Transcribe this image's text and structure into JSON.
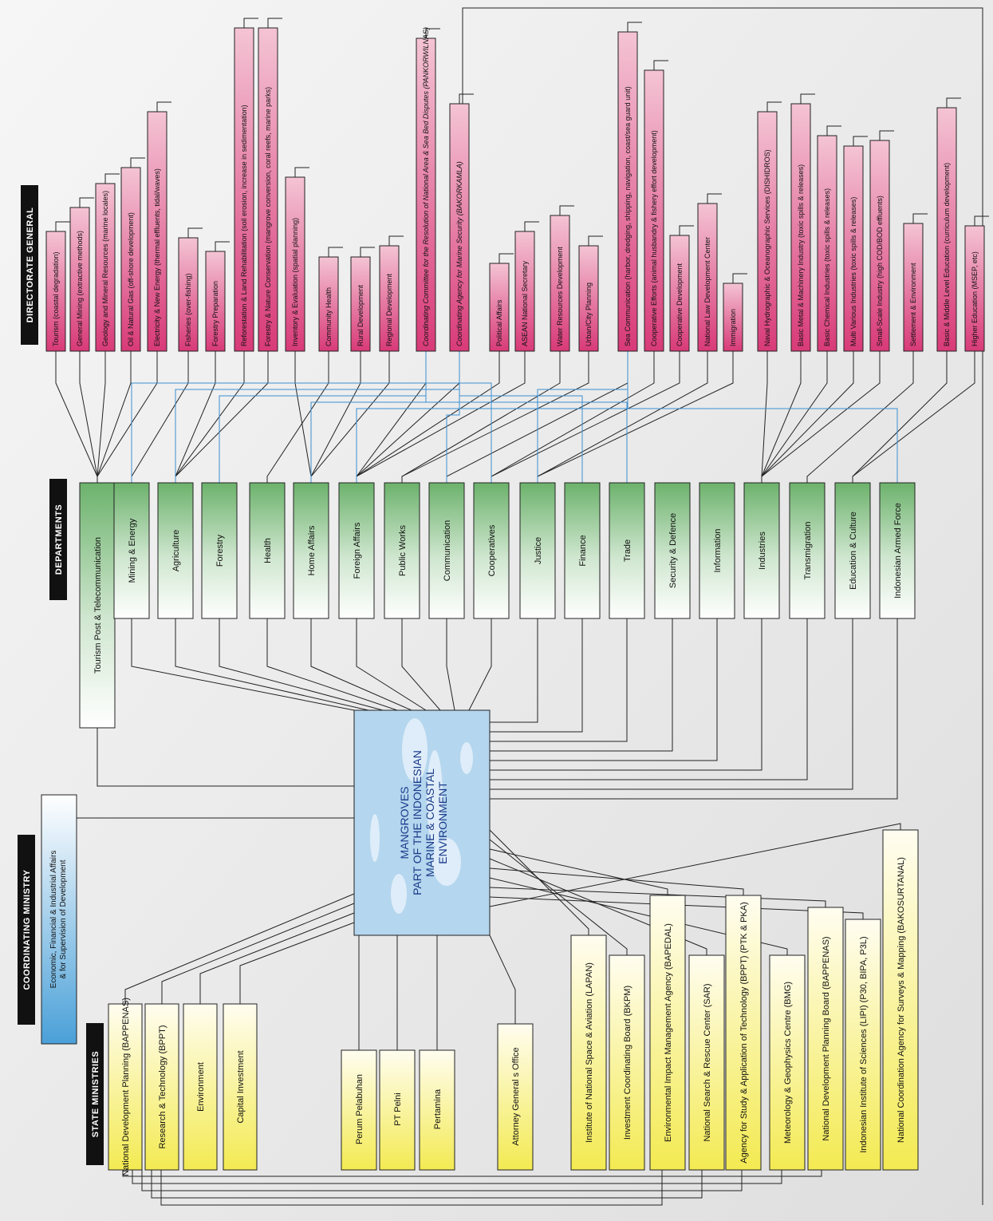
{
  "headers": {
    "directorate": "DIRECTORATE GENERAL",
    "departments": "DEPARTMENTS",
    "coordinating": "COORDINATING MINISTRY",
    "state": "STATE MINISTRIES"
  },
  "center": {
    "lines": [
      "MANGROVES",
      "PART OF THE INDONESIAN",
      "MARINE & COASTAL",
      "ENVIRONMENT"
    ]
  },
  "coordinating_ministry": {
    "lines": [
      "Economic, Financial & Industrial Affairs",
      "& for Supervision of Development"
    ]
  },
  "directorate_general": [
    "Tourism (coastal degradation)",
    "General Mining (extractive methods)",
    "Geology and Mineral Resources (marine locales)",
    "Oil & Natural Gas (off-shore development)",
    "Electricity & New Energy (thermal effluents, tidal/waves)",
    "Fisheries (over-fishing)",
    "Forestry Preparation",
    "Reforestation & Land Rehabilitation (soil erosion, increase in sedimentation)",
    "Forestry & Nature Conservation (mangrove conversion, coral reefs, marine parks)",
    "Inventory & Evaluation (spatial planning)",
    "Community Health",
    "Rural Development",
    "Regional Development",
    "Coordinating Committee for the Resolution of National Area & Sea Bed Disputes (PANKORWILNAS)",
    "Coordinating Agency for Marine Security (BAKORKAMLA)",
    "Political Affairs",
    "ASEAN National Secretary",
    "Water Resources Development",
    "Urban/City Planning",
    "Sea Communication (harbor, dredging, shipping, navigation, coast/sea guard unit)",
    "Cooperative Efforts (animal husbandry & fishery effort development)",
    "Cooperative Development",
    "National Law Development Center",
    "Immigration",
    "Naval Hydrographic & Oceanographic Services (DISHIDROS)",
    "Basic Metal & Machinery Industry (toxic spills & releases)",
    "Basic Chemical Industries (toxic spills & releases)",
    "Multi Various Industries (toxic spills & releases)",
    "Small-Scale Industry (high COD/BOD effluents)",
    "Settlement & Environment",
    "Basic & Middle Level Education (curriculum development)",
    "Higher Education (MSEP, etc)"
  ],
  "departments": [
    "Tourism Post & Telecommunication",
    "Mining & Energy",
    "Agriculture",
    "Forestry",
    "Health",
    "Home Affairs",
    "Foreign Affairs",
    "Public Works",
    "Communication",
    "Cooperatives",
    "Justice",
    "Finance",
    "Trade",
    "Security & Defence",
    "Information",
    "Industries",
    "Transmigration",
    "Education & Culture",
    "Indonesian Armed Force"
  ],
  "state_ministries": [
    "National Development Planning (BAPPENAS)",
    "Research & Technology (BPPT)",
    "Environment",
    "Capital Investment"
  ],
  "state_enterprises": [
    "Perum Pelabuhan",
    "PT Pelni",
    "Pertamina"
  ],
  "attorney": "Attorney General s Office",
  "agencies": [
    "Institute of National Space & Aviation (LAPAN)",
    "Investment Coordinating Board (BKPM)",
    "Environmental Impact Management Agency (BAPEDAL)",
    "National Search & Rescue Center (SAR)",
    "Agency for Study & Application of Technology (BPPT) (PTK & PKA)",
    "Meteorology & Geophysics Centre (BMG)",
    "National Development Planning Board (BAPPENAS)",
    "Indonesian Institute of Sciences (LIPI) (P30, BIPA, P3L)",
    "National Coordination Agency for Surveys & Mapping (BAKOSURTANAL)"
  ],
  "colors": {
    "directorate_top": "#f4c4d4",
    "directorate_bottom": "#d83a78",
    "department_top": "#ffffff",
    "department_bottom": "#6cb26c",
    "state_top": "#fffdf0",
    "state_bottom": "#f3ea52",
    "coordinating_top": "#ffffff",
    "coordinating_bottom": "#4aa0d8",
    "center_fill": "#b4d6ee",
    "blue_link": "#3b8fd0",
    "background": "#ececec"
  }
}
